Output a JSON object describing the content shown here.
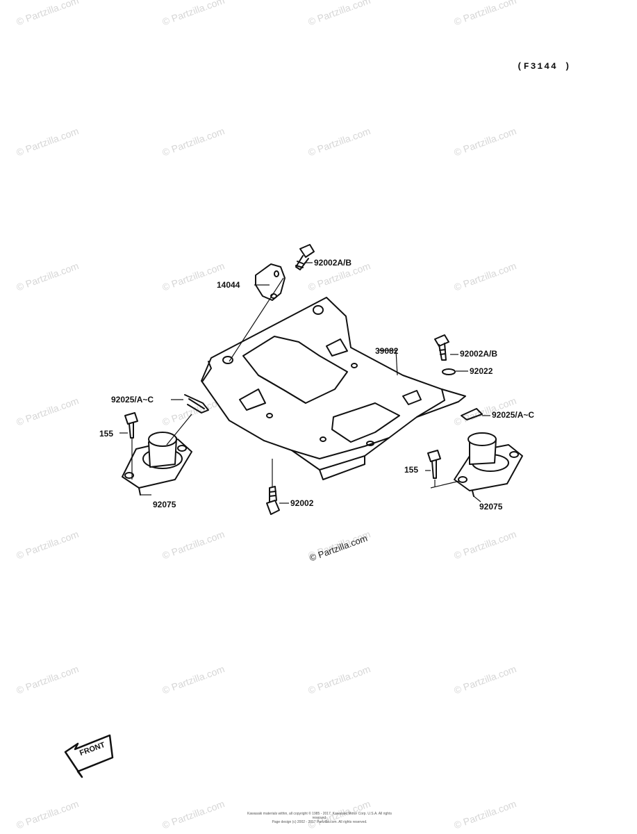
{
  "diagram_code": "(F3144 )",
  "watermark": "© Partzilla.com",
  "callouts": {
    "bolt_top": "92002A/B",
    "plate": "14044",
    "frame": "39082",
    "bolt_right": "92002A/B",
    "washer": "92022",
    "clip_left": "92025/A~C",
    "clip_right": "92025/A~C",
    "bolt_small_left": "155",
    "bolt_small_right": "155",
    "mount_left": "92075",
    "mount_right": "92075",
    "bolt_bottom": "92002"
  },
  "front_arrow": "FRONT",
  "footer_line1": "Kawasaki materials within, all copyright © 1985 - 2017, Kawasaki Motor Corp. U.S.A.  All rights reserved.",
  "footer_line2": "Page design (c) 2002 - 2017 Partzilla.com. All rights reserved."
}
